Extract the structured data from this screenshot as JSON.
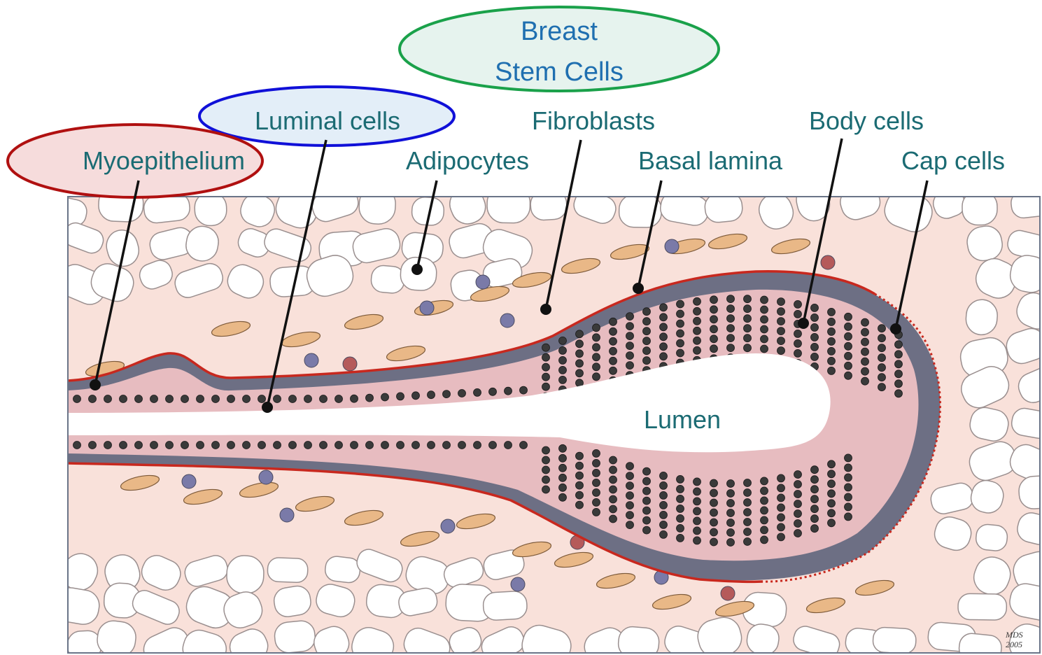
{
  "colors": {
    "tissue": "#f9e1da",
    "adipocyte": "#ffffff",
    "adipocyte_stroke": "#9a8f8f",
    "epithelium": "#e7bcc0",
    "myoepithelium": "#6d6f84",
    "basal_lamina": "#c8281e",
    "fibroblast": "#e9b887",
    "label_text": "#1b6b73",
    "stem_cell_text": "#1f6fb0",
    "oval_red": "#b01010",
    "oval_blue": "#1010d8",
    "oval_green": "#1aa14a"
  },
  "callouts": {
    "breast_stem_cells": {
      "line1": "Breast",
      "line2": "Stem Cells",
      "fill": "#e6f3ee",
      "stroke": "#1aa14a"
    },
    "luminal_cells": {
      "text": "Luminal cells",
      "fill": "#e3eef8",
      "stroke": "#1010d8"
    },
    "myoepithelium": {
      "text": "Myoepithelium",
      "fill": "#f6dcdc",
      "stroke": "#b01010"
    }
  },
  "labels": {
    "adipocytes": "Adipocytes",
    "fibroblasts": "Fibroblasts",
    "basal_lamina": "Basal lamina",
    "body_cells": "Body cells",
    "cap_cells": "Cap cells",
    "lumen": "Lumen"
  },
  "signature": {
    "line1": "MDS",
    "line2": "2005"
  }
}
